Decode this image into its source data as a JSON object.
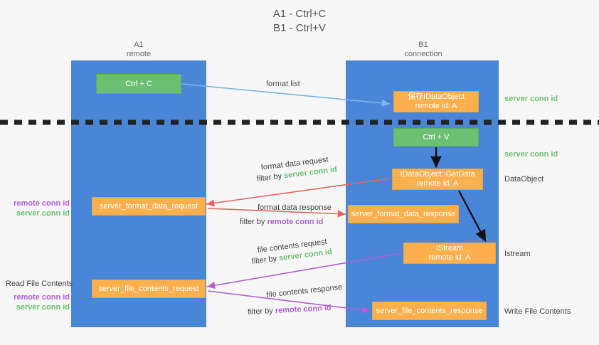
{
  "title": "A1 - Ctrl+C\nB1 - Ctrl+V",
  "columns": {
    "left": "A1\nremote",
    "right": "B1\nconnection"
  },
  "boxes": {
    "ctrl_c": "Ctrl + C",
    "save_idataobject": "保存IDataObject\nremote id: A",
    "ctrl_v": "Ctrl + V",
    "getdata": "IDataObject::GetData\nremote id: A",
    "server_format_data_request": "server_format_data_request",
    "server_format_data_response": "server_format_data_response",
    "istream": "IStream\nremote id: A",
    "server_file_contents_request": "server_file_contents_request",
    "server_file_contents_response": "server_file_contents_response"
  },
  "side_labels": {
    "server_conn_id_top": "server conn id",
    "server_conn_id_mid": "server conn id",
    "dataobject": "DataObject",
    "istream": "Istream",
    "write_file_contents": "Write File Contents",
    "read_file_contents": "Read File Contents",
    "remote_conn_id": "remote conn id",
    "server_conn_id": "server conn id"
  },
  "arrow_labels": {
    "format_list": "format list",
    "format_data_request": "format data request",
    "filter_by": "filter by",
    "format_data_response": "format data response",
    "file_contents_request": "file contents request",
    "file_contents_response": "file contents response",
    "server_conn_id": "server conn id",
    "remote_conn_id": "remote conn id"
  },
  "colors": {
    "lane": "#4a86d8",
    "green": "#6cc071",
    "orange": "#fbb04d",
    "purple": "#b05fd4",
    "red_arrow": "#e8635f",
    "light_blue_arrow": "#7cb5e8",
    "divider": "#222222"
  }
}
